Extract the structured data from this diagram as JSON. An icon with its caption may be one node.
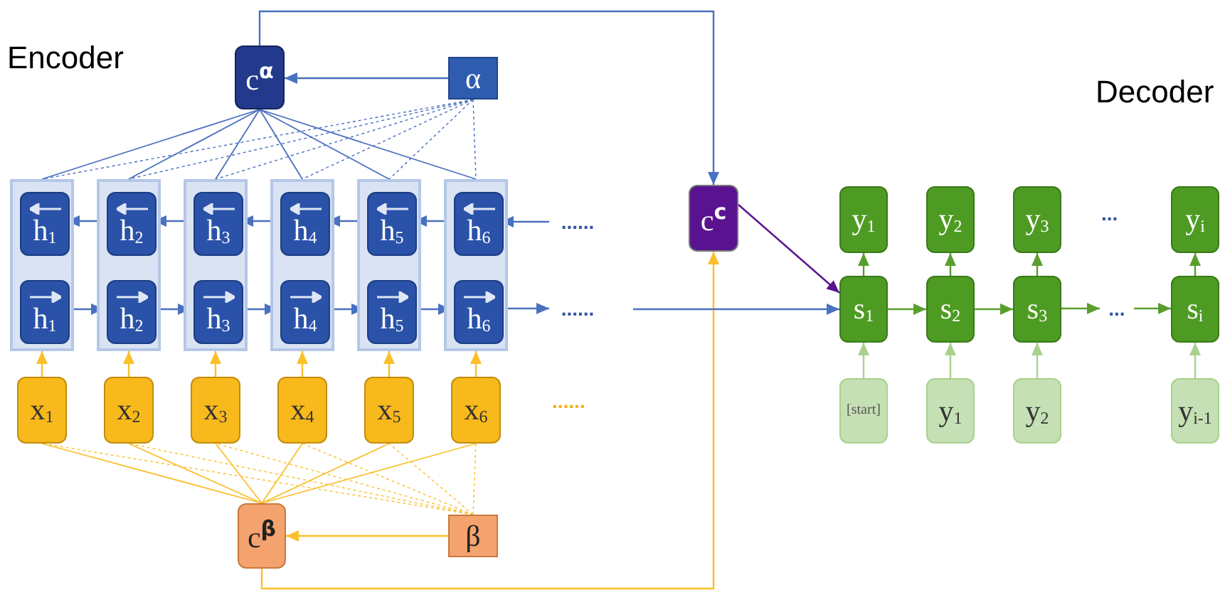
{
  "diagram": {
    "nodes": [
      {
        "text": [
          "c$^{α}$"
        ]
      },
      {
        "text": [
          "α"
        ]
      },
      {
        "text": [],
        "shape": "box"
      },
      {
        "text": [
          "h$_{1}$"
        ],
        "in": 2
      },
      {
        "text": [
          "h$_{1}$"
        ],
        "in": 2
      },
      {
        "text": [],
        "shape": "box"
      },
      {
        "text": [
          "h$_{2}$"
        ],
        "in": 5
      },
      {
        "text": [
          "h$_{2}$"
        ],
        "in": 5
      },
      {
        "text": [],
        "shape": "box"
      },
      {
        "text": [
          "h$_{3}$"
        ],
        "in": 8
      },
      {
        "text": [
          "h$_{3}$"
        ],
        "in": 8
      },
      {
        "text": [],
        "shape": "box"
      },
      {
        "text": [
          "h$_{4}$"
        ],
        "in": 11
      },
      {
        "text": [
          "h$_{4}$"
        ],
        "in": 11
      },
      {
        "text": [],
        "shape": "box"
      },
      {
        "text": [
          "h$_{5}$"
        ],
        "in": 14
      },
      {
        "text": [
          "h$_{5}$"
        ],
        "in": 14
      },
      {
        "text": [],
        "shape": "box"
      },
      {
        "text": [
          "h$_{6}$"
        ],
        "in": 17
      },
      {
        "text": [
          "h$_{6}$"
        ],
        "in": 17
      },
      {
        "text": [
          "x$_{1}$"
        ]
      },
      {
        "text": [
          "x$_{2}$"
        ]
      },
      {
        "text": [
          "x$_{3}$"
        ]
      },
      {
        "text": [
          "x$_{4}$"
        ]
      },
      {
        "text": [
          "x$_{5}$"
        ]
      },
      {
        "text": [
          "x$_{6}$"
        ]
      },
      {
        "text": [
          "c$^{β}$"
        ]
      },
      {
        "text": [
          "β"
        ]
      },
      {
        "text": [
          "c$^{c}$"
        ]
      },
      {
        "text": [
          "y$_{1}$"
        ]
      },
      {
        "text": [
          "y$_{2}$"
        ]
      },
      {
        "text": [
          "y$_{3}$"
        ]
      },
      {
        "text": [
          "y$_{i}$"
        ]
      },
      {
        "text": [
          "s$_{1}$"
        ]
      },
      {
        "text": [
          "s$_{2}$"
        ]
      },
      {
        "text": [
          "s$_{3}$"
        ]
      },
      {
        "text": [
          "s$_{i}$"
        ]
      },
      {
        "text": [
          "[start]"
        ]
      },
      {
        "text": [
          "y$_{1}$"
        ]
      },
      {
        "text": [
          "y$_{2}$"
        ]
      },
      {
        "text": [
          "y$_{i-1}$"
        ]
      },
      {
        "text": [
          "......"
        ]
      },
      {
        "text": [
          "......"
        ]
      },
      {
        "text": [
          "..."
        ]
      }
    ],
    "edges": [
      {
        "from": 1,
        "to": 0,
        "arrow": "to"
      },
      {
        "from": 0,
        "to": 2,
        "arrow": "none"
      },
      {
        "from": 0,
        "to": 5,
        "arrow": "none"
      },
      {
        "from": 0,
        "to": 8,
        "arrow": "none"
      },
      {
        "from": 0,
        "to": 11,
        "arrow": "none"
      },
      {
        "from": 0,
        "to": 14,
        "arrow": "none"
      },
      {
        "from": 0,
        "to": 17,
        "arrow": "none"
      },
      {
        "from": 1,
        "to": 2,
        "arrow": "none",
        "style": "dashed"
      },
      {
        "from": 1,
        "to": 5,
        "arrow": "none",
        "style": "dashed"
      },
      {
        "from": 1,
        "to": 8,
        "arrow": "none",
        "style": "dashed"
      },
      {
        "from": 1,
        "to": 11,
        "arrow": "none",
        "style": "dashed"
      },
      {
        "from": 1,
        "to": 14,
        "arrow": "none",
        "style": "dashed"
      },
      {
        "from": 1,
        "to": 17,
        "arrow": "none",
        "style": "dashed"
      },
      {
        "from": 6,
        "to": 3,
        "arrow": "to"
      },
      {
        "from": 9,
        "to": 6,
        "arrow": "to"
      },
      {
        "from": 12,
        "to": 9,
        "arrow": "to"
      },
      {
        "from": 15,
        "to": 12,
        "arrow": "to"
      },
      {
        "from": 18,
        "to": 15,
        "arrow": "to"
      },
      {
        "from": 41,
        "to": 18,
        "arrow": "to"
      },
      {
        "from": 4,
        "to": 7,
        "arrow": "to"
      },
      {
        "from": 7,
        "to": 10,
        "arrow": "to"
      },
      {
        "from": 10,
        "to": 13,
        "arrow": "to"
      },
      {
        "from": 13,
        "to": 16,
        "arrow": "to"
      },
      {
        "from": 16,
        "to": 19,
        "arrow": "to"
      },
      {
        "from": 19,
        "to": 42,
        "arrow": "to"
      },
      {
        "from": 20,
        "to": 2,
        "arrow": "to",
        "color": "#fbbf2c"
      },
      {
        "from": 21,
        "to": 5,
        "arrow": "to",
        "color": "#fbbf2c"
      },
      {
        "from": 22,
        "to": 8,
        "arrow": "to",
        "color": "#fbbf2c"
      },
      {
        "from": 23,
        "to": 11,
        "arrow": "to",
        "color": "#fbbf2c"
      },
      {
        "from": 24,
        "to": 14,
        "arrow": "to",
        "color": "#fbbf2c"
      },
      {
        "from": 25,
        "to": 17,
        "arrow": "to",
        "color": "#fbbf2c"
      },
      {
        "from": 26,
        "to": 20,
        "arrow": "none",
        "color": "#fbbf2c"
      },
      {
        "from": 26,
        "to": 21,
        "arrow": "none",
        "color": "#fbbf2c"
      },
      {
        "from": 26,
        "to": 22,
        "arrow": "none",
        "color": "#fbbf2c"
      },
      {
        "from": 26,
        "to": 23,
        "arrow": "none",
        "color": "#fbbf2c"
      },
      {
        "from": 26,
        "to": 24,
        "arrow": "none",
        "color": "#fbbf2c"
      },
      {
        "from": 26,
        "to": 25,
        "arrow": "none",
        "color": "#fbbf2c"
      },
      {
        "from": 27,
        "to": 20,
        "arrow": "none",
        "style": "dashed",
        "color": "#fbbf2c"
      },
      {
        "from": 27,
        "to": 21,
        "arrow": "none",
        "style": "dashed",
        "color": "#fbbf2c"
      },
      {
        "from": 27,
        "to": 22,
        "arrow": "none",
        "style": "dashed",
        "color": "#fbbf2c"
      },
      {
        "from": 27,
        "to": 23,
        "arrow": "none",
        "style": "dashed",
        "color": "#fbbf2c"
      },
      {
        "from": 27,
        "to": 24,
        "arrow": "none",
        "style": "dashed",
        "color": "#fbbf2c"
      },
      {
        "from": 27,
        "to": 25,
        "arrow": "none",
        "style": "dashed",
        "color": "#fbbf2c"
      },
      {
        "from": 27,
        "to": 26,
        "arrow": "to",
        "color": "#fbbf2c"
      },
      {
        "from": 0,
        "to": 28,
        "arrow": "to"
      },
      {
        "from": 26,
        "to": 28,
        "arrow": "to",
        "color": "#fbbf2c"
      },
      {
        "from": 28,
        "to": 33,
        "arrow": "to",
        "color": "#5a1390"
      },
      {
        "from": null,
        "to": 33,
        "arrow": "to"
      },
      {
        "from": 33,
        "to": 29,
        "arrow": "to",
        "color": "#5a9e2e"
      },
      {
        "from": 34,
        "to": 30,
        "arrow": "to",
        "color": "#5a9e2e"
      },
      {
        "from": 35,
        "to": 31,
        "arrow": "to",
        "color": "#5a9e2e"
      },
      {
        "from": 36,
        "to": 32,
        "arrow": "to",
        "color": "#5a9e2e"
      },
      {
        "from": 37,
        "to": 33,
        "arrow": "to",
        "color": "#a9d18e"
      },
      {
        "from": 38,
        "to": 34,
        "arrow": "to",
        "color": "#a9d18e"
      },
      {
        "from": 39,
        "to": 35,
        "arrow": "to",
        "color": "#a9d18e"
      },
      {
        "from": 40,
        "to": 36,
        "arrow": "to",
        "color": "#a9d18e"
      },
      {
        "from": 33,
        "to": 34,
        "arrow": "to",
        "color": "#5a9e2e"
      },
      {
        "from": 34,
        "to": 35,
        "arrow": "to",
        "color": "#5a9e2e"
      },
      {
        "from": 35,
        "to": 43,
        "arrow": "to",
        "color": "#5a9e2e"
      },
      {
        "from": 43,
        "to": 36,
        "arrow": "to",
        "color": "#5a9e2e"
      }
    ],
    "labels": [
      "Encoder",
      "Decoder",
      "......",
      "..."
    ]
  }
}
